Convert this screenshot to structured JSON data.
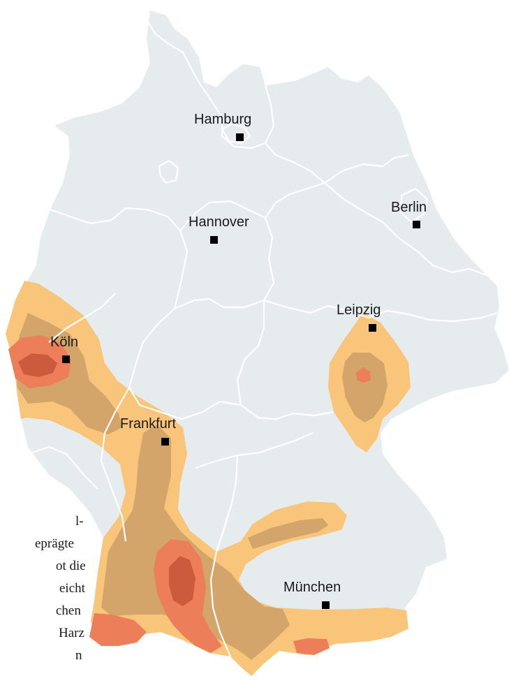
{
  "colors": {
    "land": "#e6ecee",
    "zone_light": "#f9c57a",
    "zone_medium": "#d4a56b",
    "zone_strong": "#ec7f59",
    "zone_core": "#cc5a3c",
    "marker": "#000000",
    "border": "#ffffff",
    "text": "#1a1a1a"
  },
  "cities": [
    {
      "id": "hamburg",
      "name": "Hamburg"
    },
    {
      "id": "berlin",
      "name": "Berlin"
    },
    {
      "id": "hannover",
      "name": "Hannover"
    },
    {
      "id": "leipzig",
      "name": "Leipzig"
    },
    {
      "id": "koeln",
      "name": "Köln"
    },
    {
      "id": "frankfurt",
      "name": "Frankfurt"
    },
    {
      "id": "muenchen",
      "name": "München"
    }
  ],
  "side_text_lines": [
    "l-",
    "eprägte",
    "ot die",
    "eicht",
    "chen",
    "Harz",
    "n"
  ]
}
